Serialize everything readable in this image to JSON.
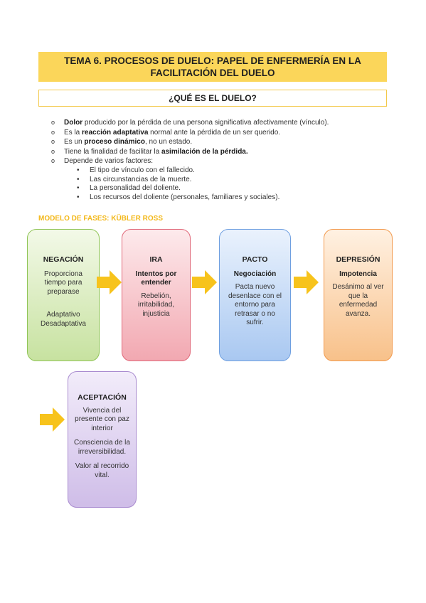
{
  "title": {
    "line1": "TEMA 6. PROCESOS DE DUELO: PAPEL DE ENFERMERÍA EN LA",
    "line2": "FACILITACIÓN DEL DUELO"
  },
  "subtitle": "¿QUÉ ES EL DUELO?",
  "bullets": {
    "b1_bold": "Dolor",
    "b1_rest": " producido por la pérdida de una persona significativa afectivamente (vínculo).",
    "b2_pre": "Es la ",
    "b2_bold": "reacción adaptativa",
    "b2_rest": " normal ante la pérdida de un ser querido.",
    "b3_pre": "Es un ",
    "b3_bold": "proceso dinámico",
    "b3_rest": ", no un estado.",
    "b4_pre": "Tiene la finalidad de facilitar la ",
    "b4_bold": "asimilación de la pérdida.",
    "b5": "Depende de varios factores:",
    "sub": [
      "El tipo de vínculo con el fallecido.",
      "Las circunstancias de la muerte.",
      "La personalidad del doliente.",
      "Los recursos del doliente (personales, familiares y sociales)."
    ]
  },
  "section_label": "MODELO DE FASES: KÜBLER ROSS",
  "cards": {
    "negacion": {
      "title": "NEGACIÓN",
      "text1": "Proporciona tiempo para preparase",
      "text2": "Adaptativo",
      "text3": "Desadaptativa"
    },
    "ira": {
      "title": "IRA",
      "subtitle": "Intentos por entender",
      "text1": "Rebelión, irritabilidad, injusticia"
    },
    "pacto": {
      "title": "PACTO",
      "subtitle": "Negociación",
      "text1": "Pacta nuevo desenlace con el entorno para retrasar o no sufrir."
    },
    "depresion": {
      "title": "DEPRESIÓN",
      "subtitle": "Impotencia",
      "text1": "Desánimo al ver que la enfermedad avanza."
    },
    "aceptacion": {
      "title": "ACEPTACIÓN",
      "text1": "Vivencia del presente con paz interior",
      "text2": "Consciencia de la irreversibilidad.",
      "text3": "Valor al recorrido vital."
    }
  },
  "colors": {
    "title_bg": "#fbd65a",
    "arrow": "#f7c31c",
    "green": "#90c557",
    "red": "#e0697a",
    "blue": "#6e9fe0",
    "orange": "#f29a4e",
    "purple": "#a98bcf"
  }
}
